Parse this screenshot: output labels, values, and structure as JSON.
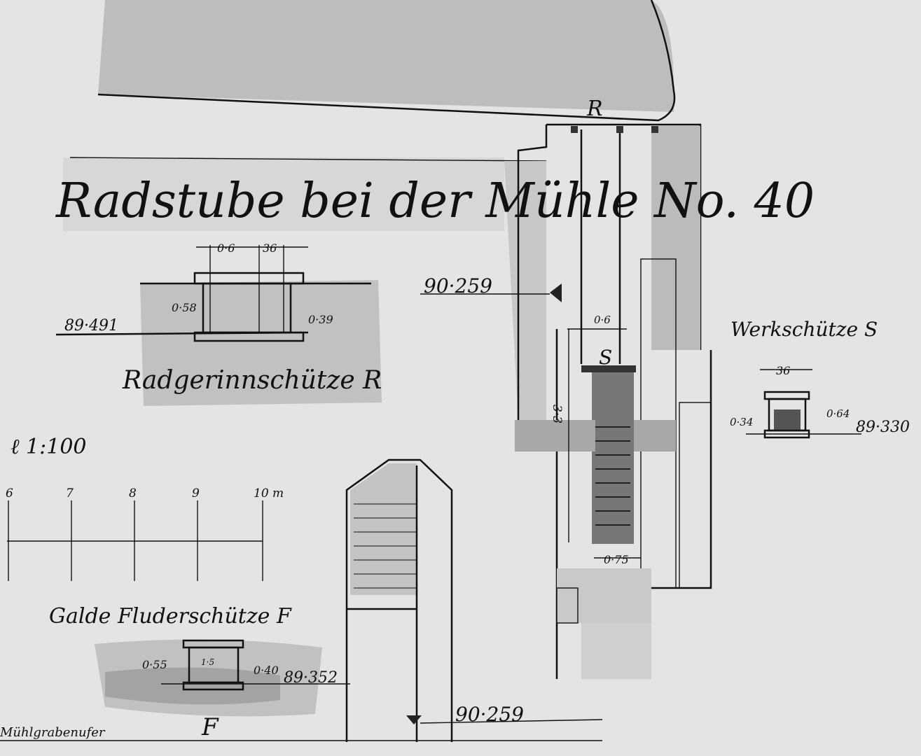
{
  "title": "Radstube bei der Mühle No. 40",
  "markers": {
    "R_top": "R",
    "S_gate": "S",
    "F_gate": "F"
  },
  "levels": {
    "upper": "90·259",
    "lower": "90·259"
  },
  "radgerinnschuetze": {
    "label": "Radgerinnschütze R",
    "width_dim": "0·6",
    "post_dim": "36",
    "height_left": "0·58",
    "height_right": "0·39",
    "level": "89·491"
  },
  "scale": {
    "label": "ℓ 1:100",
    "ticks": [
      "6",
      "7",
      "8",
      "9",
      "10 m"
    ]
  },
  "fluderschuetze": {
    "label": "Galde Fluderschütze F",
    "inner": "1·5",
    "height_left": "0·55",
    "height_right": "0·40",
    "level": "89·352"
  },
  "bank_label": "Mühlgrabenufer",
  "plan": {
    "channel_width": "0·6",
    "length": "3·3",
    "wheel_width": "0·75"
  },
  "werkschuetze": {
    "label": "Werkschütze S",
    "post_dim": "36",
    "height_left": "0·34",
    "height_right": "0·64",
    "level": "89·330"
  }
}
